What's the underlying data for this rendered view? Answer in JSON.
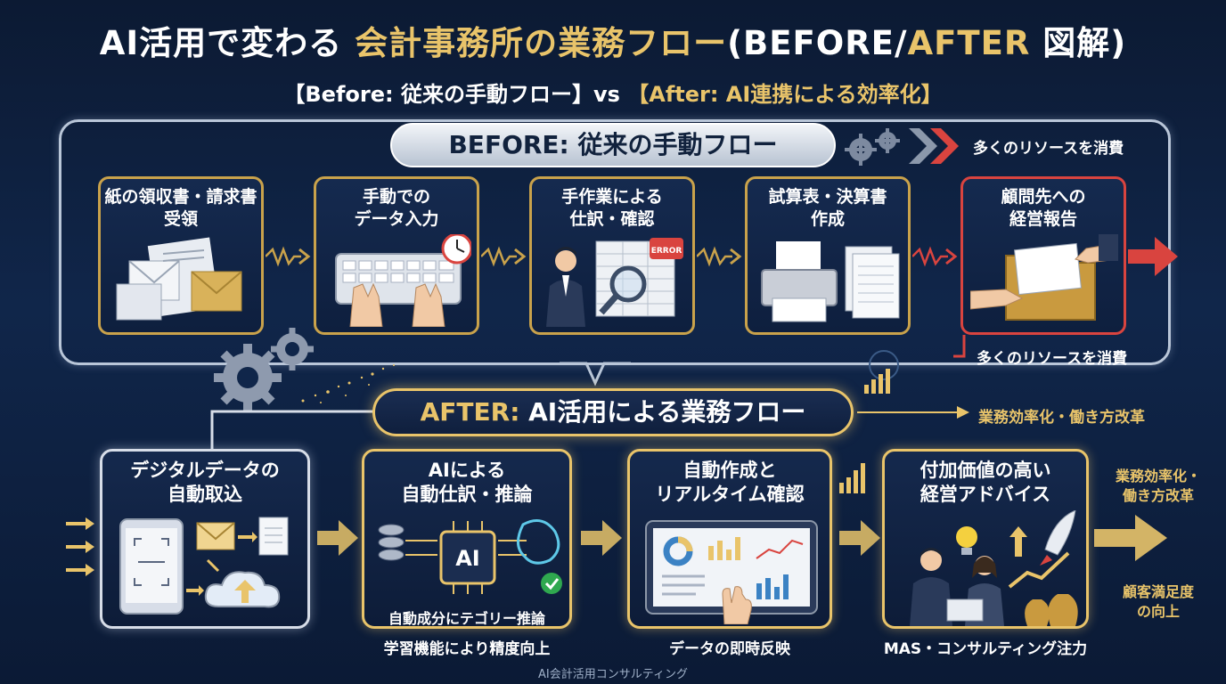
{
  "title": {
    "part1": "AI活用で変わる ",
    "part2": "会計事務所の業務フロー",
    "part3": "(BEFORE/",
    "part4": "AFTER",
    "part5": " 図解)"
  },
  "subtitle": {
    "part1": "【Before: 従来の手動フロー】vs ",
    "part2": "【After: AI連携による効率化】"
  },
  "before": {
    "banner": "BEFORE: 従来の手動フロー",
    "resource_note_top": "多くのリソースを消費",
    "resource_note_bottom": "多くのリソースを消費",
    "steps": [
      {
        "label": "紙の領収書・請求書\n受領"
      },
      {
        "label": "手動での\nデータ入力"
      },
      {
        "label": "手作業による\n仕訳・確認"
      },
      {
        "label": "試算表・決算書\n作成"
      },
      {
        "label": "顧問先への\n経営報告"
      }
    ],
    "error_badge": "ERROR"
  },
  "after": {
    "banner_gold": "AFTER:",
    "banner_white": " AI活用による業務フロー",
    "top_note": "業務効率化・働き方改革",
    "right_note_1": "業務効率化・\n働き方改革",
    "right_note_2": "顧客満足度\nの向上",
    "steps": [
      {
        "label": "デジタルデータの\n自動取込"
      },
      {
        "label": "AIによる\n自動仕訳・推論",
        "inner": "自動成分にテゴリー推論",
        "chip": "AI"
      },
      {
        "label": "自動作成と\nリアルタイム確認"
      },
      {
        "label": "付加価値の高い\n経営アドバイス"
      }
    ],
    "captions": [
      "学習機能により精度向上",
      "データの即時反映",
      "MAS・コンサルティング注力"
    ]
  },
  "footer": "AI会計活用コンサルティング",
  "colors": {
    "gold": "#e9c46a",
    "red": "#d9443f",
    "navy": "#0c1a33",
    "silver": "#b9c6d8"
  }
}
